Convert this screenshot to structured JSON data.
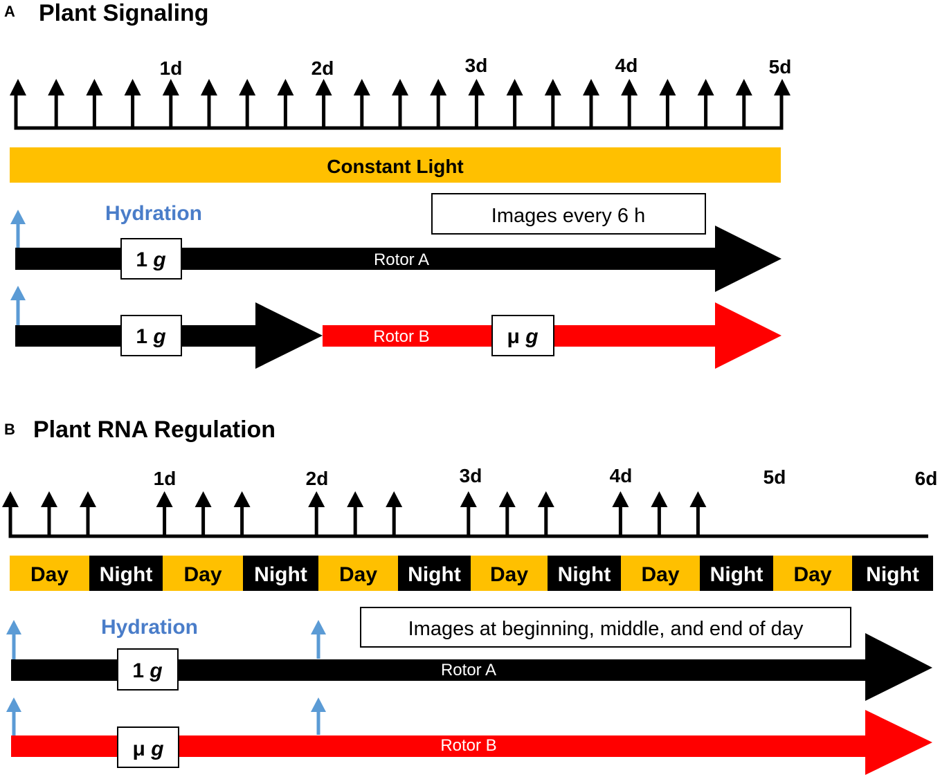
{
  "colors": {
    "light": "#ffc000",
    "black": "#000000",
    "red": "#ff0000",
    "hydration_blue": "#5b9bd5",
    "hydration_text": "#4a7dc9"
  },
  "panel_a": {
    "letter": "A",
    "title": "Plant Signaling",
    "day_labels": [
      "1d",
      "2d",
      "3d",
      "4d",
      "5d"
    ],
    "light_band": "Constant Light",
    "hydration": "Hydration",
    "images_note": "Images every 6 h",
    "rotor_a": {
      "label": "Rotor A",
      "g_num": "1",
      "g_sym": "g"
    },
    "rotor_b": {
      "label": "Rotor B",
      "g1_num": "1",
      "g1_sym": "g",
      "g2_num": "μ",
      "g2_sym": "g"
    }
  },
  "panel_b": {
    "letter": "B",
    "title": "Plant RNA Regulation",
    "day_labels": [
      "1d",
      "2d",
      "3d",
      "4d",
      "5d",
      "6d"
    ],
    "cycle": [
      "Day",
      "Night",
      "Day",
      "Night",
      "Day",
      "Night",
      "Day",
      "Night",
      "Day",
      "Night",
      "Day",
      "Night"
    ],
    "hydration": "Hydration",
    "images_note": "Images at beginning, middle, and end of day",
    "rotor_a": {
      "label": "Rotor A",
      "g_num": "1",
      "g_sym": "g"
    },
    "rotor_b": {
      "label": "Rotor B",
      "g_num": "μ",
      "g_sym": "g"
    }
  }
}
